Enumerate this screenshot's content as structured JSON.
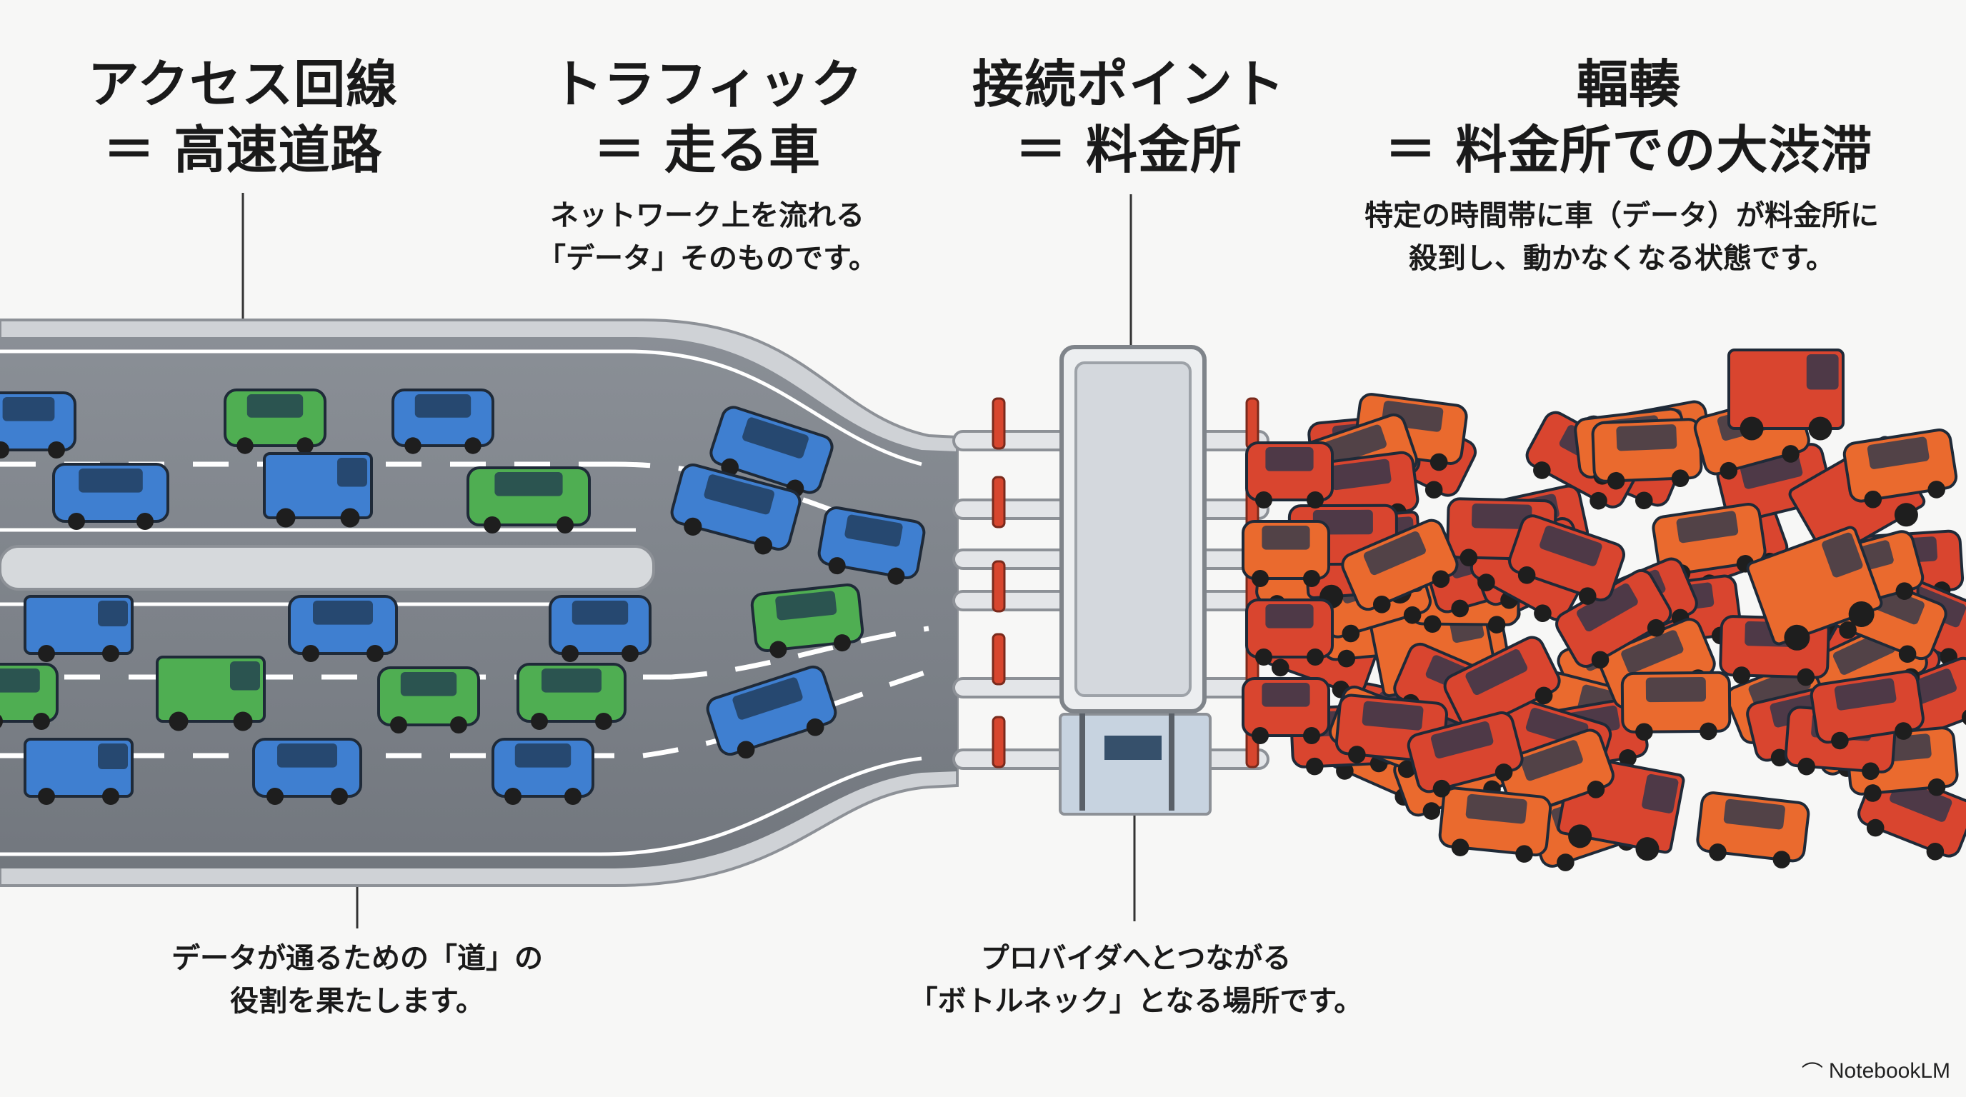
{
  "sections": [
    {
      "id": "access",
      "title_line1": "アクセス回線",
      "title_line2": "＝ 高速道路",
      "desc_line1": "データが通るための「道」の",
      "desc_line2": "役割を果たします。"
    },
    {
      "id": "traffic",
      "title_line1": "トラフィック",
      "title_line2": "＝ 走る車",
      "desc_line1": "ネットワーク上を流れる",
      "desc_line2": "「データ」そのものです。"
    },
    {
      "id": "connection",
      "title_line1": "接続ポイント",
      "title_line2": "＝ 料金所",
      "desc_line1": "プロバイダへとつながる",
      "desc_line2": "「ボトルネック」となる場所です。"
    },
    {
      "id": "congestion",
      "title_line1": "輻輳",
      "title_line2": "＝ 料金所での大渋滞",
      "desc_line1": "特定の時間帯に車（データ）が料金所に",
      "desc_line2": "殺到し、動かなくなる状態です。"
    }
  ],
  "watermark": "NotebookLM",
  "colors": {
    "road": "#7d8289",
    "road_edge": "#c9ccd0",
    "lane_mark": "#ffffff",
    "car_blue": "#3f7fd0",
    "car_green": "#4fae52",
    "car_red": "#d9452f",
    "car_orange": "#ea6a2e",
    "toll_booth": "#d6dadf",
    "pole_red": "#d7462e",
    "leader_line": "#333333"
  }
}
